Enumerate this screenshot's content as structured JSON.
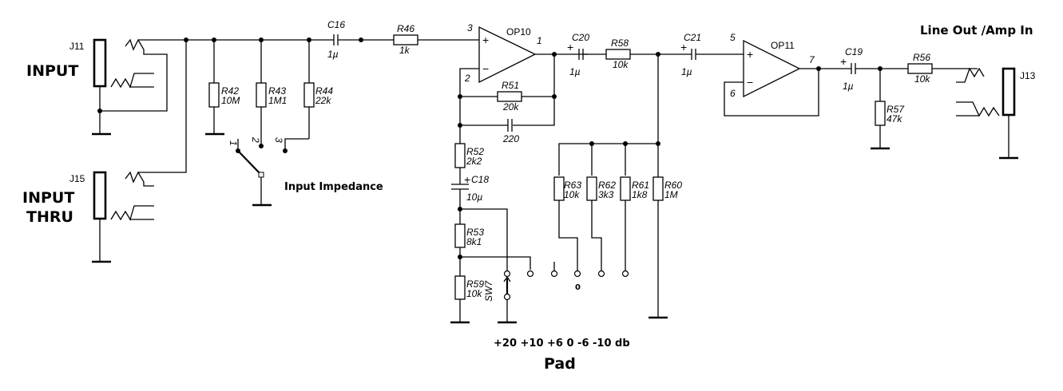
{
  "title": "Input buffer / Pad / Line out schematic",
  "connectors": {
    "j11": {
      "ref": "J11",
      "name": "INPUT"
    },
    "j15": {
      "ref": "J15",
      "name_line1": "INPUT",
      "name_line2": "THRU"
    },
    "j13": {
      "ref": "J13",
      "name": "Line Out /Amp In"
    }
  },
  "components": {
    "r42": {
      "ref": "R42",
      "value": "10M"
    },
    "r43": {
      "ref": "R43",
      "value": "1M1"
    },
    "r44": {
      "ref": "R44",
      "value": "22k"
    },
    "c16": {
      "ref": "C16",
      "value": "1µ"
    },
    "r46": {
      "ref": "R46",
      "value": "1k"
    },
    "op10": {
      "ref": "OP10",
      "pin_plus": "3",
      "pin_minus": "2",
      "pin_out": "1"
    },
    "r51": {
      "ref": "R51",
      "value": "20k"
    },
    "c_fb": {
      "value": "220"
    },
    "r52": {
      "ref": "R52",
      "value": "2k2"
    },
    "c18": {
      "ref": "C18",
      "value": "10µ"
    },
    "r53": {
      "ref": "R53",
      "value": "8k1"
    },
    "r59": {
      "ref": "R59",
      "value": "10k"
    },
    "sw7": {
      "ref": "SW7"
    },
    "c20": {
      "ref": "C20",
      "value": "1µ"
    },
    "r58": {
      "ref": "R58",
      "value": "10k"
    },
    "c21": {
      "ref": "C21",
      "value": "1µ"
    },
    "op11": {
      "ref": "OP11",
      "pin_plus": "5",
      "pin_minus": "6",
      "pin_out": "7"
    },
    "r63": {
      "ref": "R63",
      "value": "10k"
    },
    "r62": {
      "ref": "R62",
      "value": "3k3"
    },
    "r61": {
      "ref": "R61",
      "value": "1k8"
    },
    "r60": {
      "ref": "R60",
      "value": "1M"
    },
    "c19": {
      "ref": "C19",
      "value": "1µ"
    },
    "r56": {
      "ref": "R56",
      "value": "10k"
    },
    "r57": {
      "ref": "R57",
      "value": "47k"
    }
  },
  "impedance_switch": {
    "label": "Input Impedance",
    "positions": [
      "1",
      "2",
      "3"
    ]
  },
  "pad": {
    "label": "Pad",
    "steps": "+20 +10 +6 0 -6 -10  db",
    "zero_mark": "0"
  },
  "symbols": {
    "plus": "+",
    "minus": "−"
  }
}
